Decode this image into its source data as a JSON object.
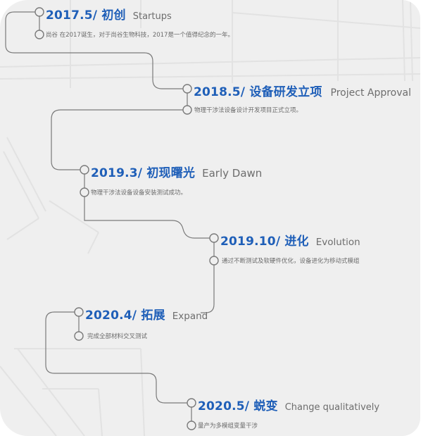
{
  "colors": {
    "accent_blue": "#1f5fb8",
    "english_gray": "#6d6d6d",
    "line_gray": "#7a7a7a",
    "card_bg": "#efefef"
  },
  "timeline": [
    {
      "date_title": "2017.5/ 初创",
      "english": "Startups",
      "description": "尚谷 在2017诞生，对于尚谷生物科技，2017是一个值得纪念的一年。"
    },
    {
      "date_title": "2018.5/ 设备研发立项",
      "english": "Project Approval",
      "description": "物理干涉法设备设计开发项目正式立项。"
    },
    {
      "date_title": "2019.3/ 初现曙光",
      "english": "Early Dawn",
      "description": "物理干涉法设备设备安装测试成功。"
    },
    {
      "date_title": "2019.10/ 进化",
      "english": "Evolution",
      "description": "通过不断测试及软硬件优化，设备进化为移动式模组"
    },
    {
      "date_title": "2020.4/ 拓展",
      "english": "Expand",
      "description": "完成全部材料交叉测试"
    },
    {
      "date_title": "2020.5/ 蜕变",
      "english": "Change qualitatively",
      "description": "量产为多模组变量干涉"
    }
  ]
}
